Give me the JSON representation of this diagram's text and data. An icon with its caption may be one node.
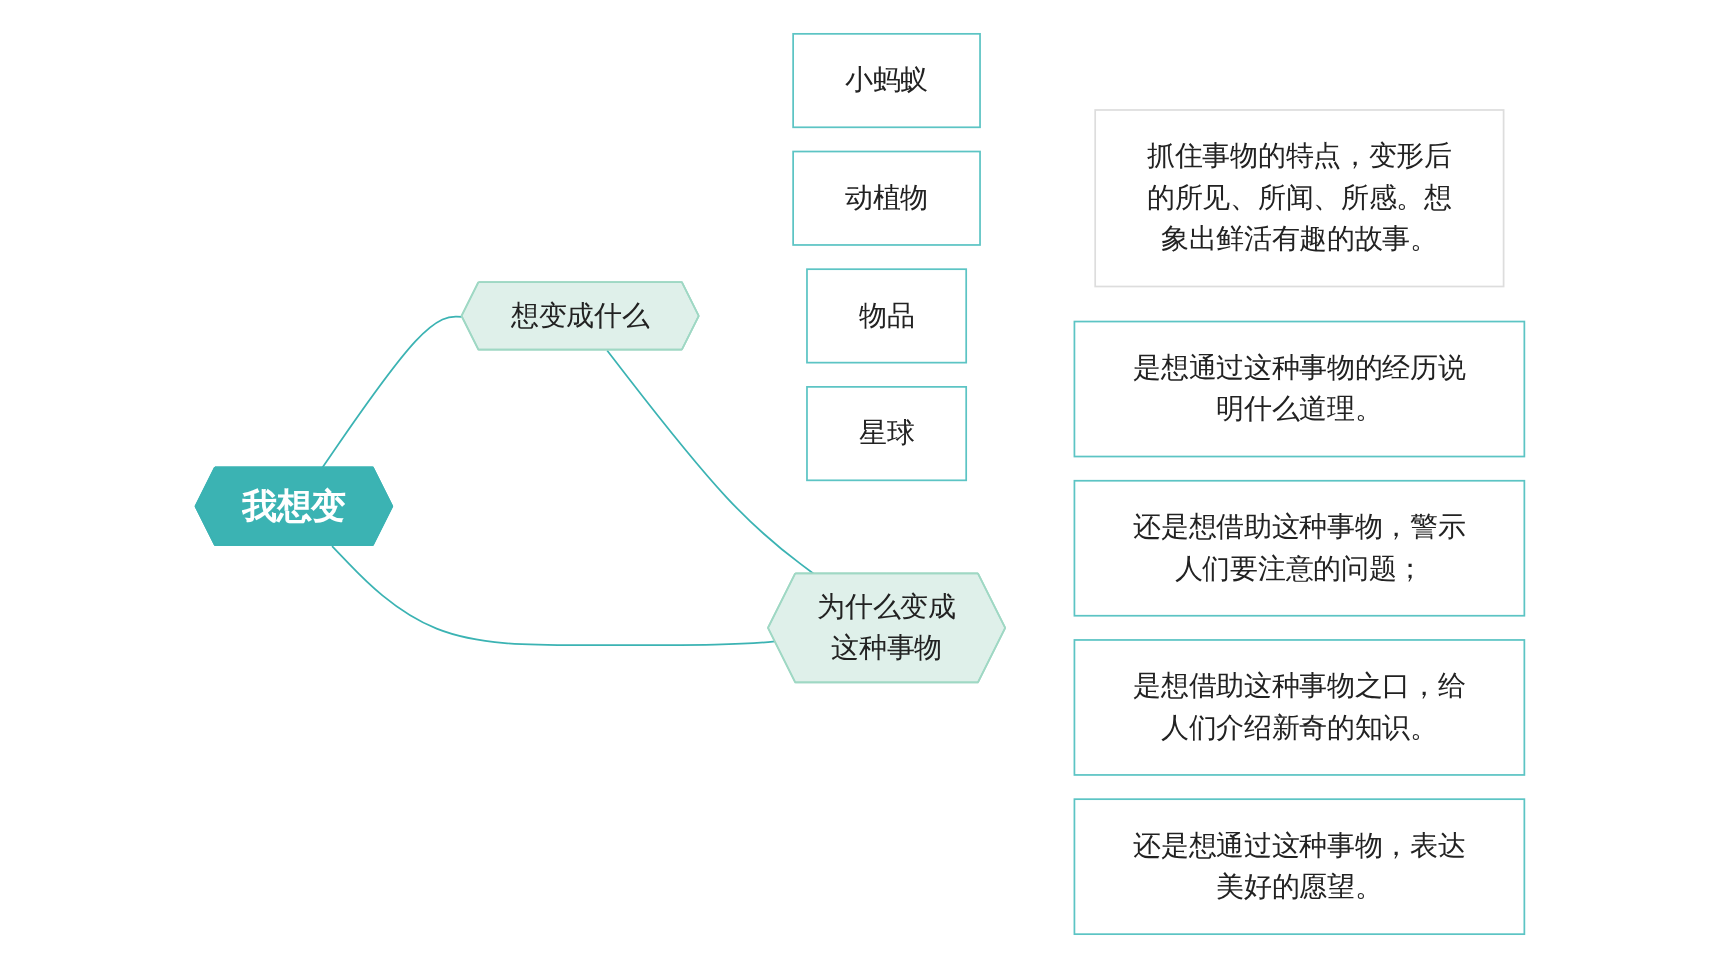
{
  "diagram": {
    "nodes": [
      {
        "text": [
          "我想变"
        ]
      },
      {
        "text": [
          "想变成什么"
        ]
      },
      {
        "text": [
          "小蚂蚁"
        ]
      },
      {
        "text": [
          "动植物"
        ]
      },
      {
        "text": [
          "物品"
        ]
      },
      {
        "text": [
          "星球"
        ]
      },
      {
        "text": [
          "抓住事物的特点，变形后的所见、所闻、所感。想象出鲜活有趣的故事。"
        ]
      },
      {
        "text": [
          "为什么变成这种事物"
        ]
      },
      {
        "text": [
          "是想通过这种事物的经历说明什么道理。"
        ]
      },
      {
        "text": [
          "还是想借助这种事物，警示人们要注意的问题；"
        ]
      },
      {
        "text": [
          "是想借助这种事物之口，给人们介绍新奇的知识。"
        ]
      },
      {
        "text": [
          "还是想通过这种事物，表达美好的愿望。"
        ]
      }
    ],
    "edges": [
      {
        "from": 0,
        "to": 1,
        "arrow": "none"
      },
      {
        "from": 0,
        "to": 7,
        "arrow": "none"
      },
      {
        "from": 1,
        "to": 7,
        "arrow": "none"
      }
    ]
  }
}
